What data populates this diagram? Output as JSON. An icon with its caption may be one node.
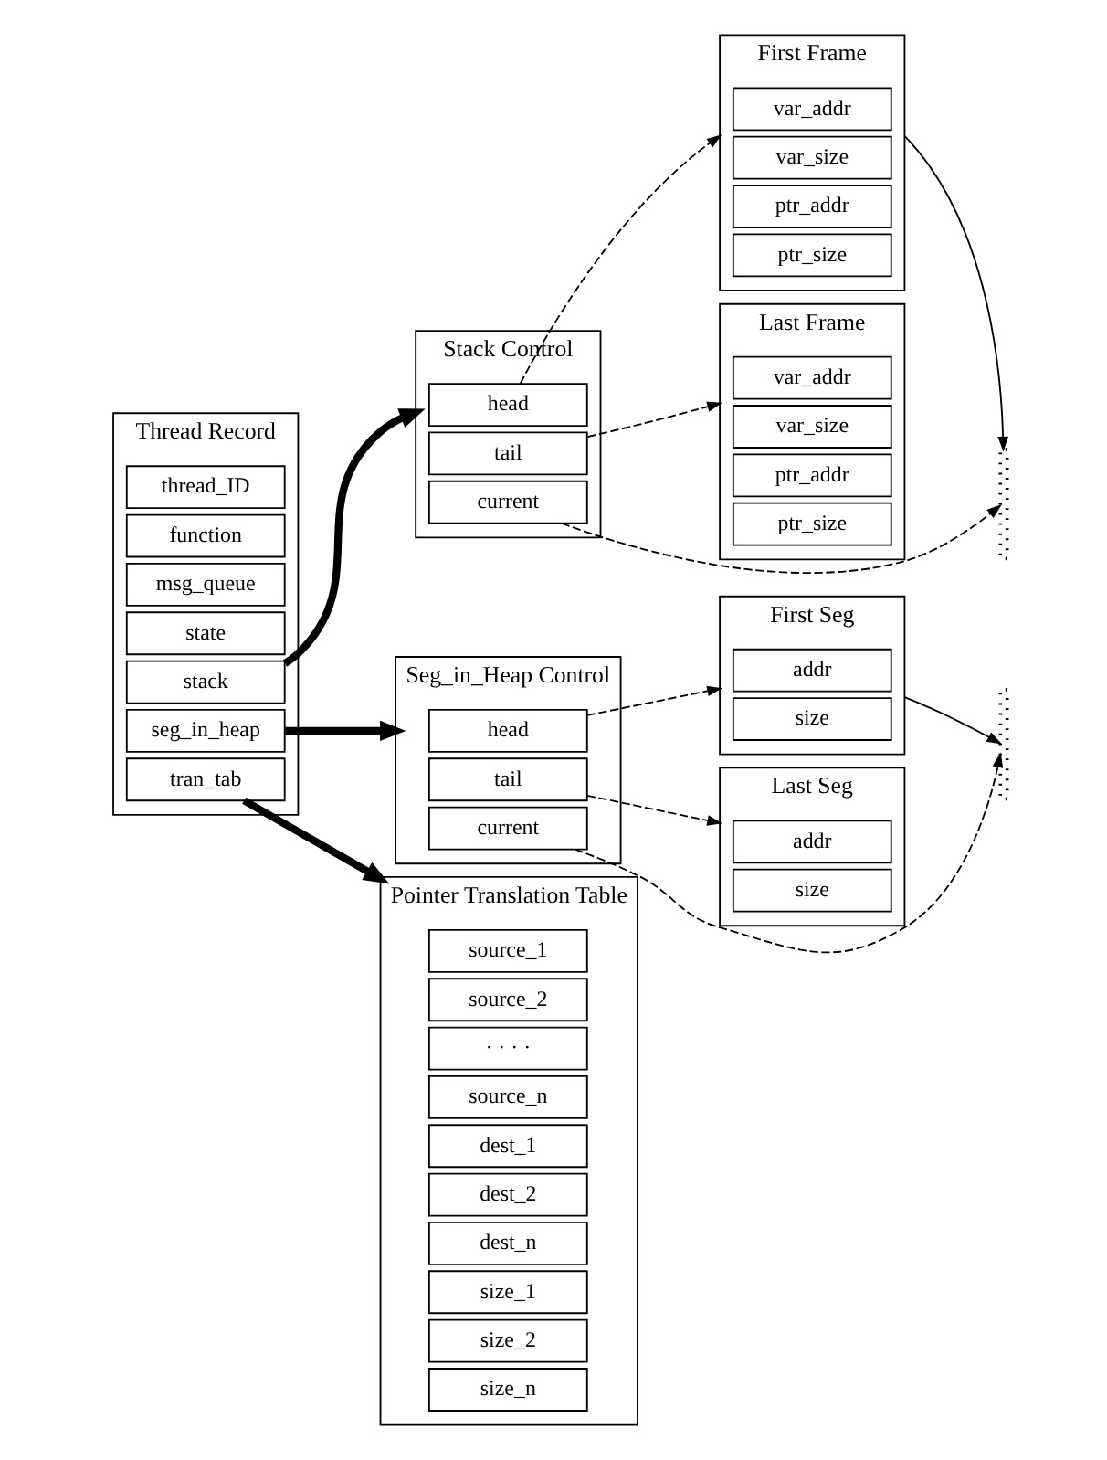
{
  "diagram": {
    "nodes": [
      {
        "text": [
          "Thread Record"
        ]
      },
      {
        "text": [
          "thread_ID"
        ],
        "in": 0
      },
      {
        "text": [
          "function"
        ],
        "in": 0
      },
      {
        "text": [
          "msg_queue"
        ],
        "in": 0
      },
      {
        "text": [
          "state"
        ],
        "in": 0
      },
      {
        "text": [
          "stack"
        ],
        "in": 0
      },
      {
        "text": [
          "seg_in_heap"
        ],
        "in": 0
      },
      {
        "text": [
          "tran_tab"
        ],
        "in": 0
      },
      {
        "text": [
          "Stack Control"
        ]
      },
      {
        "text": [
          "head"
        ],
        "in": 8
      },
      {
        "text": [
          "tail"
        ],
        "in": 8
      },
      {
        "text": [
          "current"
        ],
        "in": 8
      },
      {
        "text": [
          "Seg_in_Heap Control"
        ]
      },
      {
        "text": [
          "head"
        ],
        "in": 12
      },
      {
        "text": [
          "tail"
        ],
        "in": 12
      },
      {
        "text": [
          "current"
        ],
        "in": 12
      },
      {
        "text": [
          "First Frame"
        ]
      },
      {
        "text": [
          "var_addr"
        ],
        "in": 16
      },
      {
        "text": [
          "var_size"
        ],
        "in": 16
      },
      {
        "text": [
          "ptr_addr"
        ],
        "in": 16
      },
      {
        "text": [
          "ptr_size"
        ],
        "in": 16
      },
      {
        "text": [
          "First Seg"
        ]
      },
      {
        "text": [
          "addr"
        ],
        "in": 21
      },
      {
        "text": [
          "size"
        ],
        "in": 21
      },
      {
        "text": [
          "Last Frame"
        ]
      },
      {
        "text": [
          "var_addr"
        ],
        "in": 24
      },
      {
        "text": [
          "var_size"
        ],
        "in": 24
      },
      {
        "text": [
          "ptr_addr"
        ],
        "in": 24
      },
      {
        "text": [
          "ptr_size"
        ],
        "in": 24
      },
      {
        "text": [
          "Last Seg"
        ]
      },
      {
        "text": [
          "addr"
        ],
        "in": 29
      },
      {
        "text": [
          "size"
        ],
        "in": 29
      },
      {
        "text": [],
        "shape": "dots"
      },
      {
        "text": [],
        "shape": "dots"
      },
      {
        "text": [
          "Pointer Translation Table"
        ]
      },
      {
        "text": [
          "source_1"
        ],
        "in": 34
      },
      {
        "text": [
          "source_2"
        ],
        "in": 34
      },
      {
        "text": [
          "· · · ·"
        ],
        "in": 34
      },
      {
        "text": [
          "source_n"
        ],
        "in": 34
      },
      {
        "text": [
          "dest_1"
        ],
        "in": 34
      },
      {
        "text": [
          "dest_2"
        ],
        "in": 34
      },
      {
        "text": [
          "dest_n"
        ],
        "in": 34
      },
      {
        "text": [
          "size_1"
        ],
        "in": 34
      },
      {
        "text": [
          "size_2"
        ],
        "in": 34
      },
      {
        "text": [
          "size_n"
        ],
        "in": 34
      }
    ],
    "edges": [
      {
        "from": 5,
        "to": 8,
        "arrow": "to",
        "style": "thick"
      },
      {
        "from": 6,
        "to": 12,
        "arrow": "to",
        "style": "thick"
      },
      {
        "from": 7,
        "to": 34,
        "arrow": "to",
        "style": "thick"
      },
      {
        "from": 9,
        "to": 16,
        "arrow": "to",
        "style": "dashed"
      },
      {
        "from": 10,
        "to": 24,
        "arrow": "to",
        "style": "dashed"
      },
      {
        "from": 11,
        "to": 32,
        "arrow": "to",
        "style": "dashed"
      },
      {
        "from": 13,
        "to": 21,
        "arrow": "to",
        "style": "dashed"
      },
      {
        "from": 14,
        "to": 29,
        "arrow": "to",
        "style": "dashed"
      },
      {
        "from": 15,
        "to": 33,
        "arrow": "to",
        "style": "dashed"
      },
      {
        "from": 16,
        "to": 32,
        "arrow": "to"
      },
      {
        "from": 21,
        "to": 33,
        "arrow": "to"
      }
    ]
  }
}
